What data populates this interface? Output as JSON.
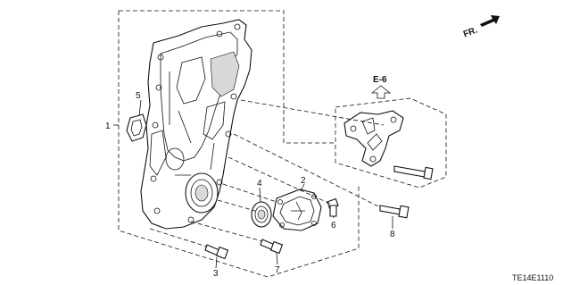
{
  "callouts": {
    "c1": "1",
    "c2": "2",
    "c3": "3",
    "c4": "4",
    "c5": "5",
    "c6": "6",
    "c7": "7",
    "c8": "8"
  },
  "ref_label": "E-6",
  "fr_label": "FR.",
  "diagram_code": "TE14E1110"
}
